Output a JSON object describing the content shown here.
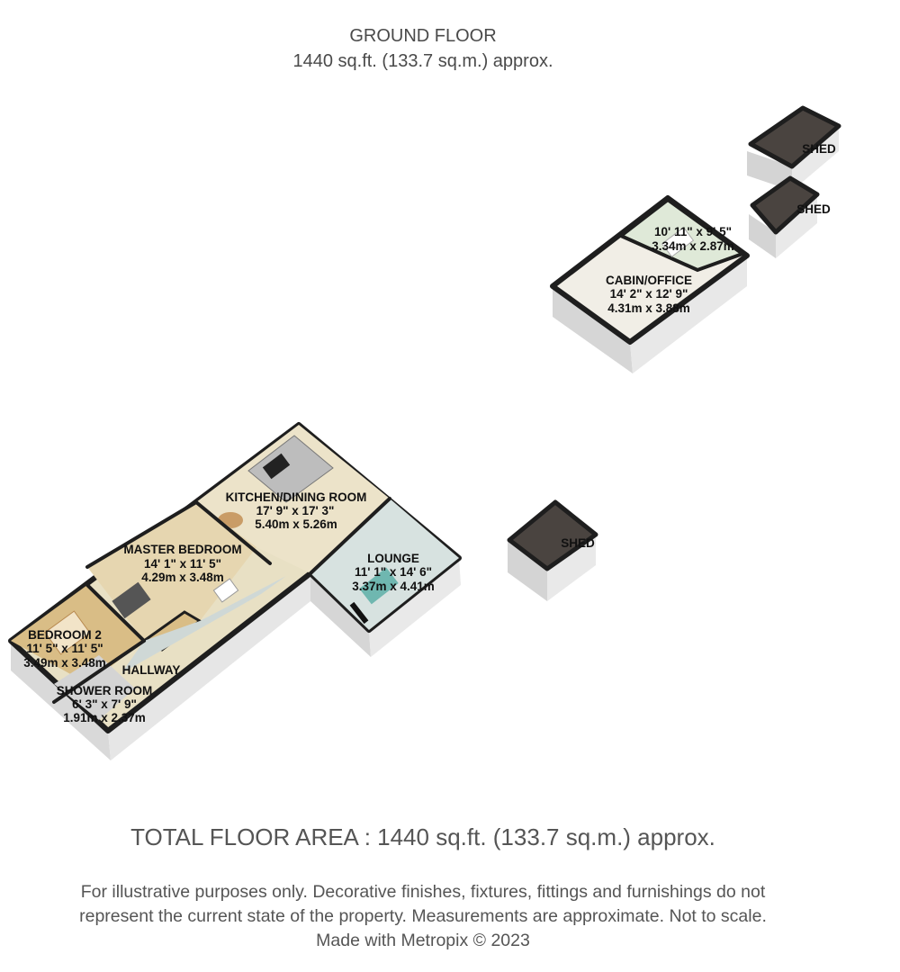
{
  "header": {
    "floor_name": "GROUND FLOOR",
    "floor_area": "1440 sq.ft. (133.7 sq.m.) approx."
  },
  "rooms": {
    "kitchen": {
      "name": "KITCHEN/DINING ROOM",
      "imperial": "17' 9\" x 17' 3\"",
      "metric": "5.40m x 5.26m"
    },
    "master": {
      "name": "MASTER BEDROOM",
      "imperial": "14' 1\" x 11' 5\"",
      "metric": "4.29m x 3.48m"
    },
    "lounge": {
      "name": "LOUNGE",
      "imperial": "11' 1\" x 14' 6\"",
      "metric": "3.37m x 4.41m"
    },
    "bedroom2": {
      "name": "BEDROOM 2",
      "imperial": "11' 5\" x 11' 5\"",
      "metric": "3.49m x 3.48m"
    },
    "hallway": {
      "name": "HALLWAY"
    },
    "shower": {
      "name": "SHOWER ROOM",
      "imperial": "6' 3\" x 7' 9\"",
      "metric": "1.91m x 2.37m"
    },
    "cabin": {
      "name": "CABIN/OFFICE",
      "imperial": "14' 2\" x 12' 9\"",
      "metric": "4.31m x 3.88m"
    },
    "cabin_annex": {
      "imperial": "10' 11\" x 9' 5\"",
      "metric": "3.34m x 2.87m"
    },
    "shed1": {
      "name": "SHED"
    },
    "shed2": {
      "name": "SHED"
    },
    "shed3": {
      "name": "SHED"
    }
  },
  "footer": {
    "total_label": "TOTAL FLOOR AREA : 1440 sq.ft. (133.7 sq.m.) approx.",
    "disclaimer_line1": "For illustrative purposes only. Decorative finishes, fixtures, fittings and furnishings do not",
    "disclaimer_line2": "represent the current state of the property. Measurements are approximate. Not to scale.",
    "credit": "Made with Metropix © 2023"
  },
  "colors": {
    "wall_dark": "#1e1e1e",
    "wall_face": "#dcdcdc",
    "floor_beige": "#ece3c9",
    "floor_wood": "#d9bd86",
    "floor_tile": "#cfd8d6",
    "floor_green": "#dfe9d8",
    "shed_floor": "#4a4440"
  }
}
